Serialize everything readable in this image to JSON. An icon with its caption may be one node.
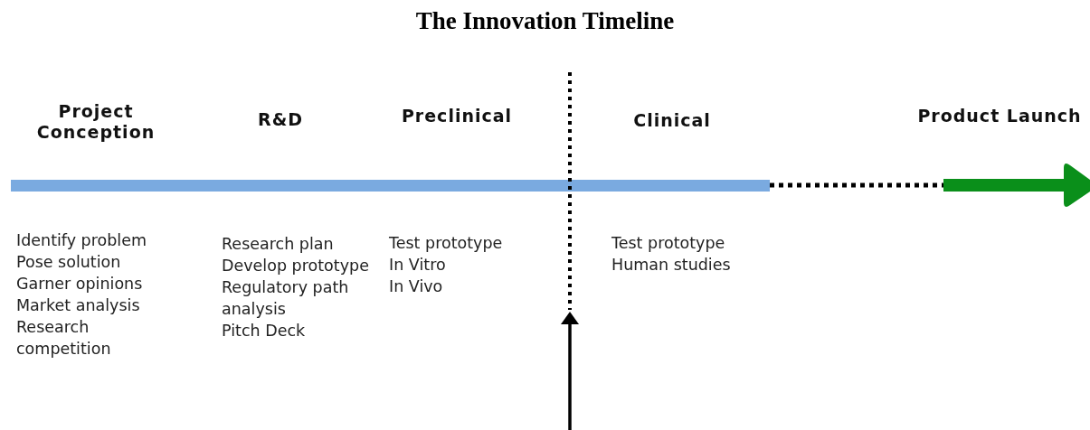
{
  "diagram": {
    "title": "The Innovation Timeline",
    "labels": [
      "Project Conception",
      "R&D",
      "Preclinical",
      "Clinical",
      "Product Launch",
      "Identify problem",
      "Pose solution",
      "Garner opinions",
      "Market analysis",
      "Research competition",
      "Research plan",
      "Develop prototype",
      "Regulatory path analysis",
      "Pitch Deck",
      "Test prototype",
      "In Vitro",
      "In Vivo",
      "Test prototype",
      "Human studies"
    ]
  }
}
